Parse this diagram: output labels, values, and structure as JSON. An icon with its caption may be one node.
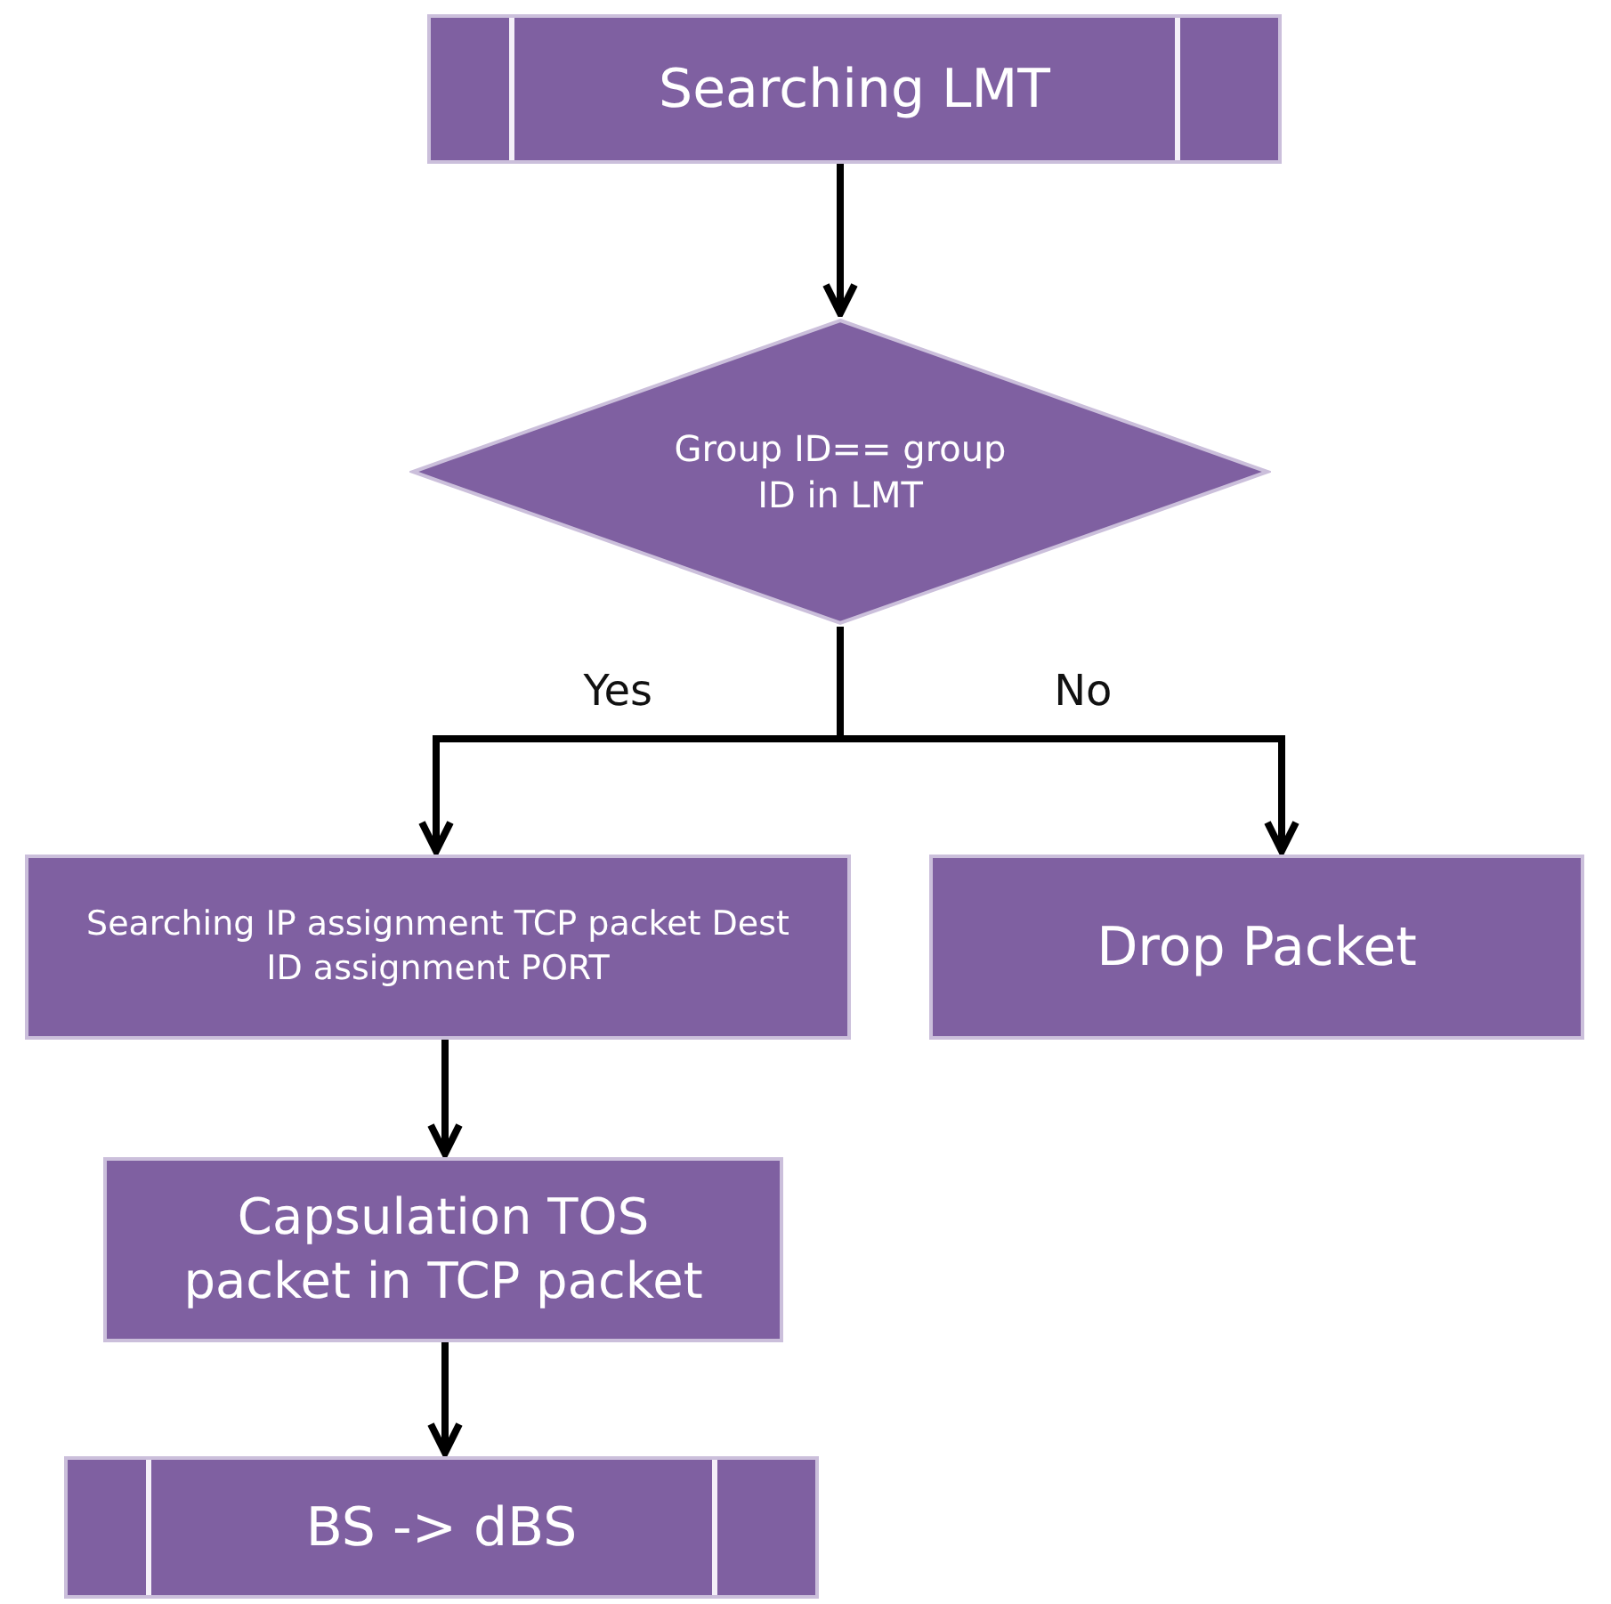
{
  "diagram": {
    "nodes": [
      {
        "text": [
          "Searching LMT"
        ]
      },
      {
        "text": [
          "Group ID== group ID in LMT"
        ]
      },
      {
        "text": [
          "Searching IP assignment TCP packet Dest ID assignment PORT"
        ]
      },
      {
        "text": [
          "Drop Packet"
        ]
      },
      {
        "text": [
          "Capsulation TOS packet in TCP packet"
        ]
      },
      {
        "text": [
          "BS -> dBS"
        ]
      }
    ],
    "edges": [
      {
        "from": 0,
        "to": 1,
        "arrow": "to"
      },
      {
        "from": 1,
        "to": 2,
        "arrow": "to",
        "label": "Yes"
      },
      {
        "from": 1,
        "to": 3,
        "arrow": "to",
        "label": "No"
      },
      {
        "from": 2,
        "to": 4,
        "arrow": "to"
      },
      {
        "from": 4,
        "to": 5,
        "arrow": "to"
      }
    ]
  }
}
